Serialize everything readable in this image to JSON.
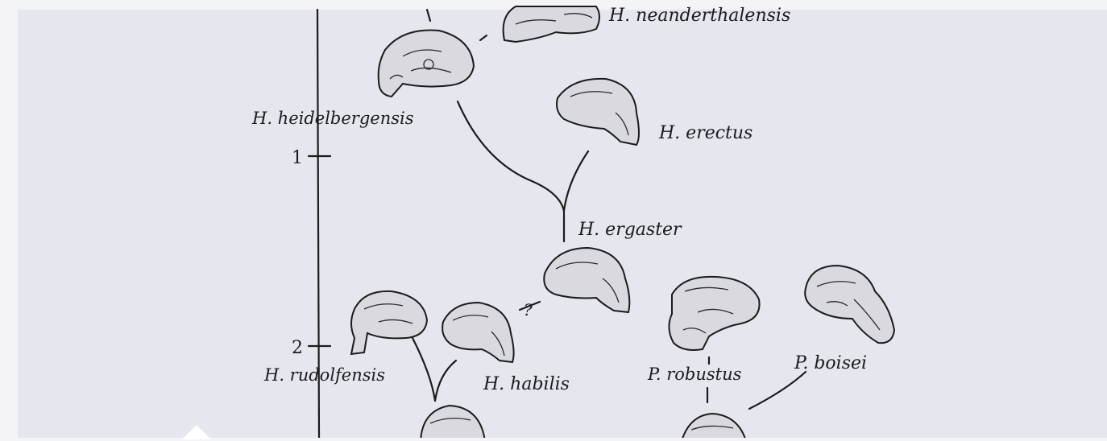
{
  "colors": {
    "background": "#e6e6ef",
    "ink": "#1b1b1b",
    "page": "#f4f4f6"
  },
  "timeline": {
    "tick_1": "1",
    "tick_2": "2"
  },
  "species": {
    "neanderthalensis": "H. neanderthalensis",
    "heidelbergensis": "H. heidelbergensis",
    "erectus": "H. erectus",
    "ergaster": "H. ergaster",
    "rudolfensis": "H. rudolfensis",
    "habilis": "H. habilis",
    "robustus": "P. robustus",
    "boisei": "P. boisei"
  },
  "uncertain_marker": "?"
}
